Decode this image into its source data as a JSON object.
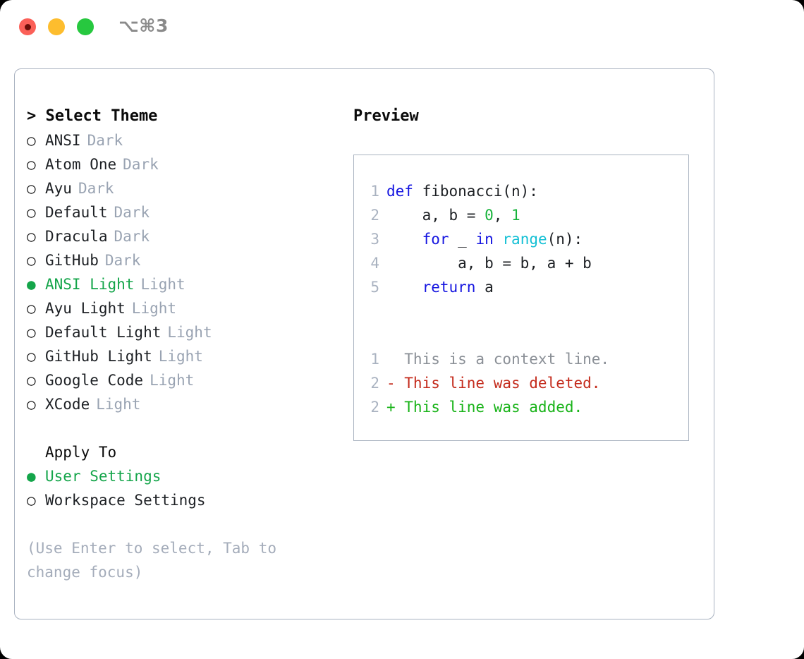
{
  "titlebar": {
    "shortcut": "⌥⌘3",
    "lights": [
      {
        "name": "close",
        "color": "#FB6058"
      },
      {
        "name": "minimize",
        "color": "#FDBD2E"
      },
      {
        "name": "maximize",
        "color": "#27C83F"
      }
    ]
  },
  "theme_section": {
    "title": "> Select Theme",
    "items": [
      {
        "marker": "○",
        "label": "ANSI",
        "suffix": "Dark",
        "selected": false
      },
      {
        "marker": "○",
        "label": "Atom One",
        "suffix": "Dark",
        "selected": false
      },
      {
        "marker": "○",
        "label": "Ayu",
        "suffix": "Dark",
        "selected": false
      },
      {
        "marker": "○",
        "label": "Default",
        "suffix": "Dark",
        "selected": false
      },
      {
        "marker": "○",
        "label": "Dracula",
        "suffix": "Dark",
        "selected": false
      },
      {
        "marker": "○",
        "label": "GitHub",
        "suffix": "Dark",
        "selected": false
      },
      {
        "marker": "●",
        "label": "ANSI Light",
        "suffix": "Light",
        "selected": true
      },
      {
        "marker": "○",
        "label": "Ayu Light",
        "suffix": "Light",
        "selected": false
      },
      {
        "marker": "○",
        "label": "Default Light",
        "suffix": "Light",
        "selected": false
      },
      {
        "marker": "○",
        "label": "GitHub Light",
        "suffix": "Light",
        "selected": false
      },
      {
        "marker": "○",
        "label": "Google Code",
        "suffix": "Light",
        "selected": false
      },
      {
        "marker": "○",
        "label": "XCode",
        "suffix": "Light",
        "selected": false
      }
    ]
  },
  "apply_section": {
    "title": "Apply To",
    "items": [
      {
        "marker": "●",
        "label": "User Settings",
        "selected": true
      },
      {
        "marker": "○",
        "label": "Workspace Settings",
        "selected": false
      }
    ]
  },
  "hint": "(Use Enter to select, Tab to change focus)",
  "preview": {
    "title": "Preview",
    "code_lines": [
      {
        "no": "1",
        "tokens": [
          {
            "t": "def",
            "c": "kw"
          },
          {
            "t": " fibonacci(n):",
            "c": "plain"
          }
        ]
      },
      {
        "no": "2",
        "tokens": [
          {
            "t": "    a, b = ",
            "c": "plain"
          },
          {
            "t": "0",
            "c": "num"
          },
          {
            "t": ", ",
            "c": "plain"
          },
          {
            "t": "1",
            "c": "num"
          }
        ]
      },
      {
        "no": "3",
        "tokens": [
          {
            "t": "    ",
            "c": "plain"
          },
          {
            "t": "for",
            "c": "kw"
          },
          {
            "t": " _ ",
            "c": "plain"
          },
          {
            "t": "in",
            "c": "kw"
          },
          {
            "t": " ",
            "c": "plain"
          },
          {
            "t": "range",
            "c": "builtin"
          },
          {
            "t": "(n):",
            "c": "plain"
          }
        ]
      },
      {
        "no": "4",
        "tokens": [
          {
            "t": "        a, b = b, a + b",
            "c": "plain"
          }
        ]
      },
      {
        "no": "5",
        "tokens": [
          {
            "t": "    ",
            "c": "plain"
          },
          {
            "t": "return",
            "c": "kw"
          },
          {
            "t": " a",
            "c": "plain"
          }
        ]
      }
    ],
    "diff_lines": [
      {
        "no": "1",
        "text": "  This is a context line.",
        "kind": "ctx"
      },
      {
        "no": "2",
        "text": "- This line was deleted.",
        "kind": "del"
      },
      {
        "no": "2",
        "text": "+ This line was added.",
        "kind": "add"
      }
    ]
  },
  "colors": {
    "accent_green": "#14A54A",
    "muted": "#99A3B2",
    "border": "#A9B2C0",
    "keyword": "#1414E0",
    "number": "#17B33B",
    "builtin": "#12BFD4",
    "diff_delete": "#C42B1C",
    "diff_add": "#18B318"
  }
}
